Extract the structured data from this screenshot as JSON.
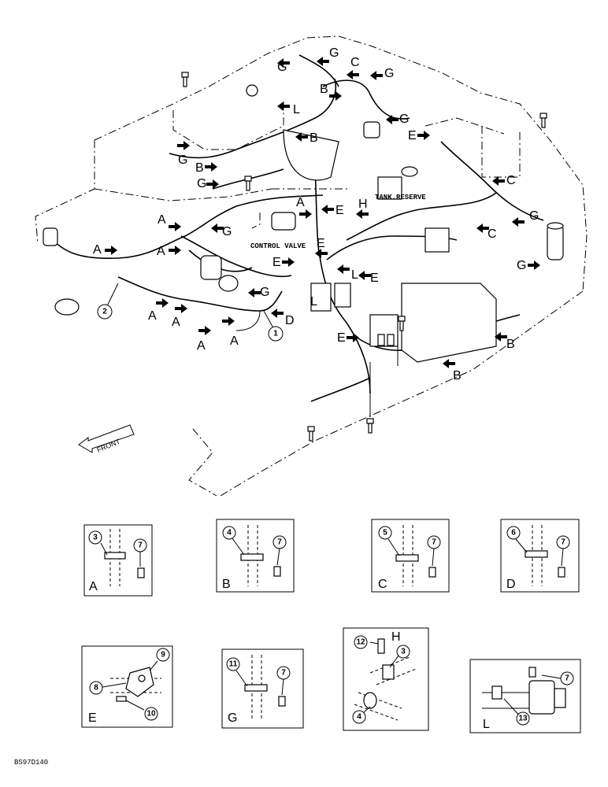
{
  "callout_letters": {
    "a": "A",
    "b": "B",
    "c": "C",
    "d": "D",
    "e": "E",
    "g": "G",
    "h": "H",
    "l": "L"
  },
  "callout_numbers": {
    "n1": "1",
    "n2": "2",
    "n3": "3",
    "n4": "4",
    "n5": "5",
    "n6": "6",
    "n7": "7",
    "n8": "8",
    "n9": "9",
    "n10": "10",
    "n11": "11",
    "n12": "12",
    "n13": "13"
  },
  "labels": {
    "control_valve": "CONTROL VALVE",
    "tank_reserve": "TANK.RESERVE",
    "front": "FRONT"
  },
  "detail_views": [
    {
      "letter": "A",
      "clamp": "3",
      "bolt": "7"
    },
    {
      "letter": "B",
      "clamp": "4",
      "bolt": "7"
    },
    {
      "letter": "C",
      "clamp": "5",
      "bolt": "7"
    },
    {
      "letter": "D",
      "clamp": "6",
      "bolt": "7"
    },
    {
      "letter": "E",
      "parts": [
        "8",
        "9",
        "10"
      ]
    },
    {
      "letter": "G",
      "clamp": "11",
      "bolt": "7"
    },
    {
      "letter": "H",
      "parts": [
        "12",
        "3",
        "4"
      ]
    },
    {
      "letter": "L",
      "parts": [
        "7",
        "13"
      ]
    }
  ],
  "figure_code": "BS97D140"
}
